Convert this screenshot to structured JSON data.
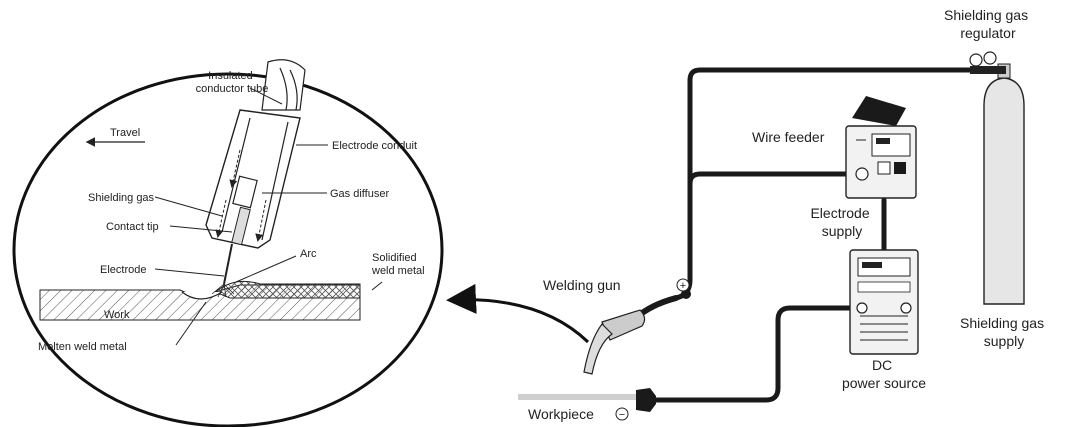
{
  "labels": {
    "insulated_conductor_tube": [
      "Insulated",
      "conductor tube"
    ],
    "travel": "Travel",
    "electrode_conduit": "Electrode conduit",
    "shielding_gas": "Shielding gas",
    "gas_diffuser": "Gas diffuser",
    "contact_tip": "Contact tip",
    "arc": "Arc",
    "electrode": "Electrode",
    "solidified_weld_metal": [
      "Solidified",
      "weld metal"
    ],
    "work": "Work",
    "molten_weld_metal": "Molten weld metal",
    "welding_gun": "Welding gun",
    "wire_feeder": "Wire feeder",
    "electrode_supply": [
      "Electrode",
      "supply"
    ],
    "shielding_gas_regulator": [
      "Shielding gas",
      "regulator"
    ],
    "shielding_gas_supply": [
      "Shielding gas",
      "supply"
    ],
    "dc_power_source": [
      "DC",
      "power source"
    ],
    "workpiece": "Workpiece"
  },
  "polarity": {
    "plus_symbol": "+",
    "minus_symbol": "−"
  },
  "colors": {
    "ink": "#1a1a1a",
    "cylinder_fill": "#e6e6e6",
    "equipment_fill": "#f2f2f2",
    "workpiece_bar": "#cfcfcf",
    "hatch": "#555555"
  }
}
